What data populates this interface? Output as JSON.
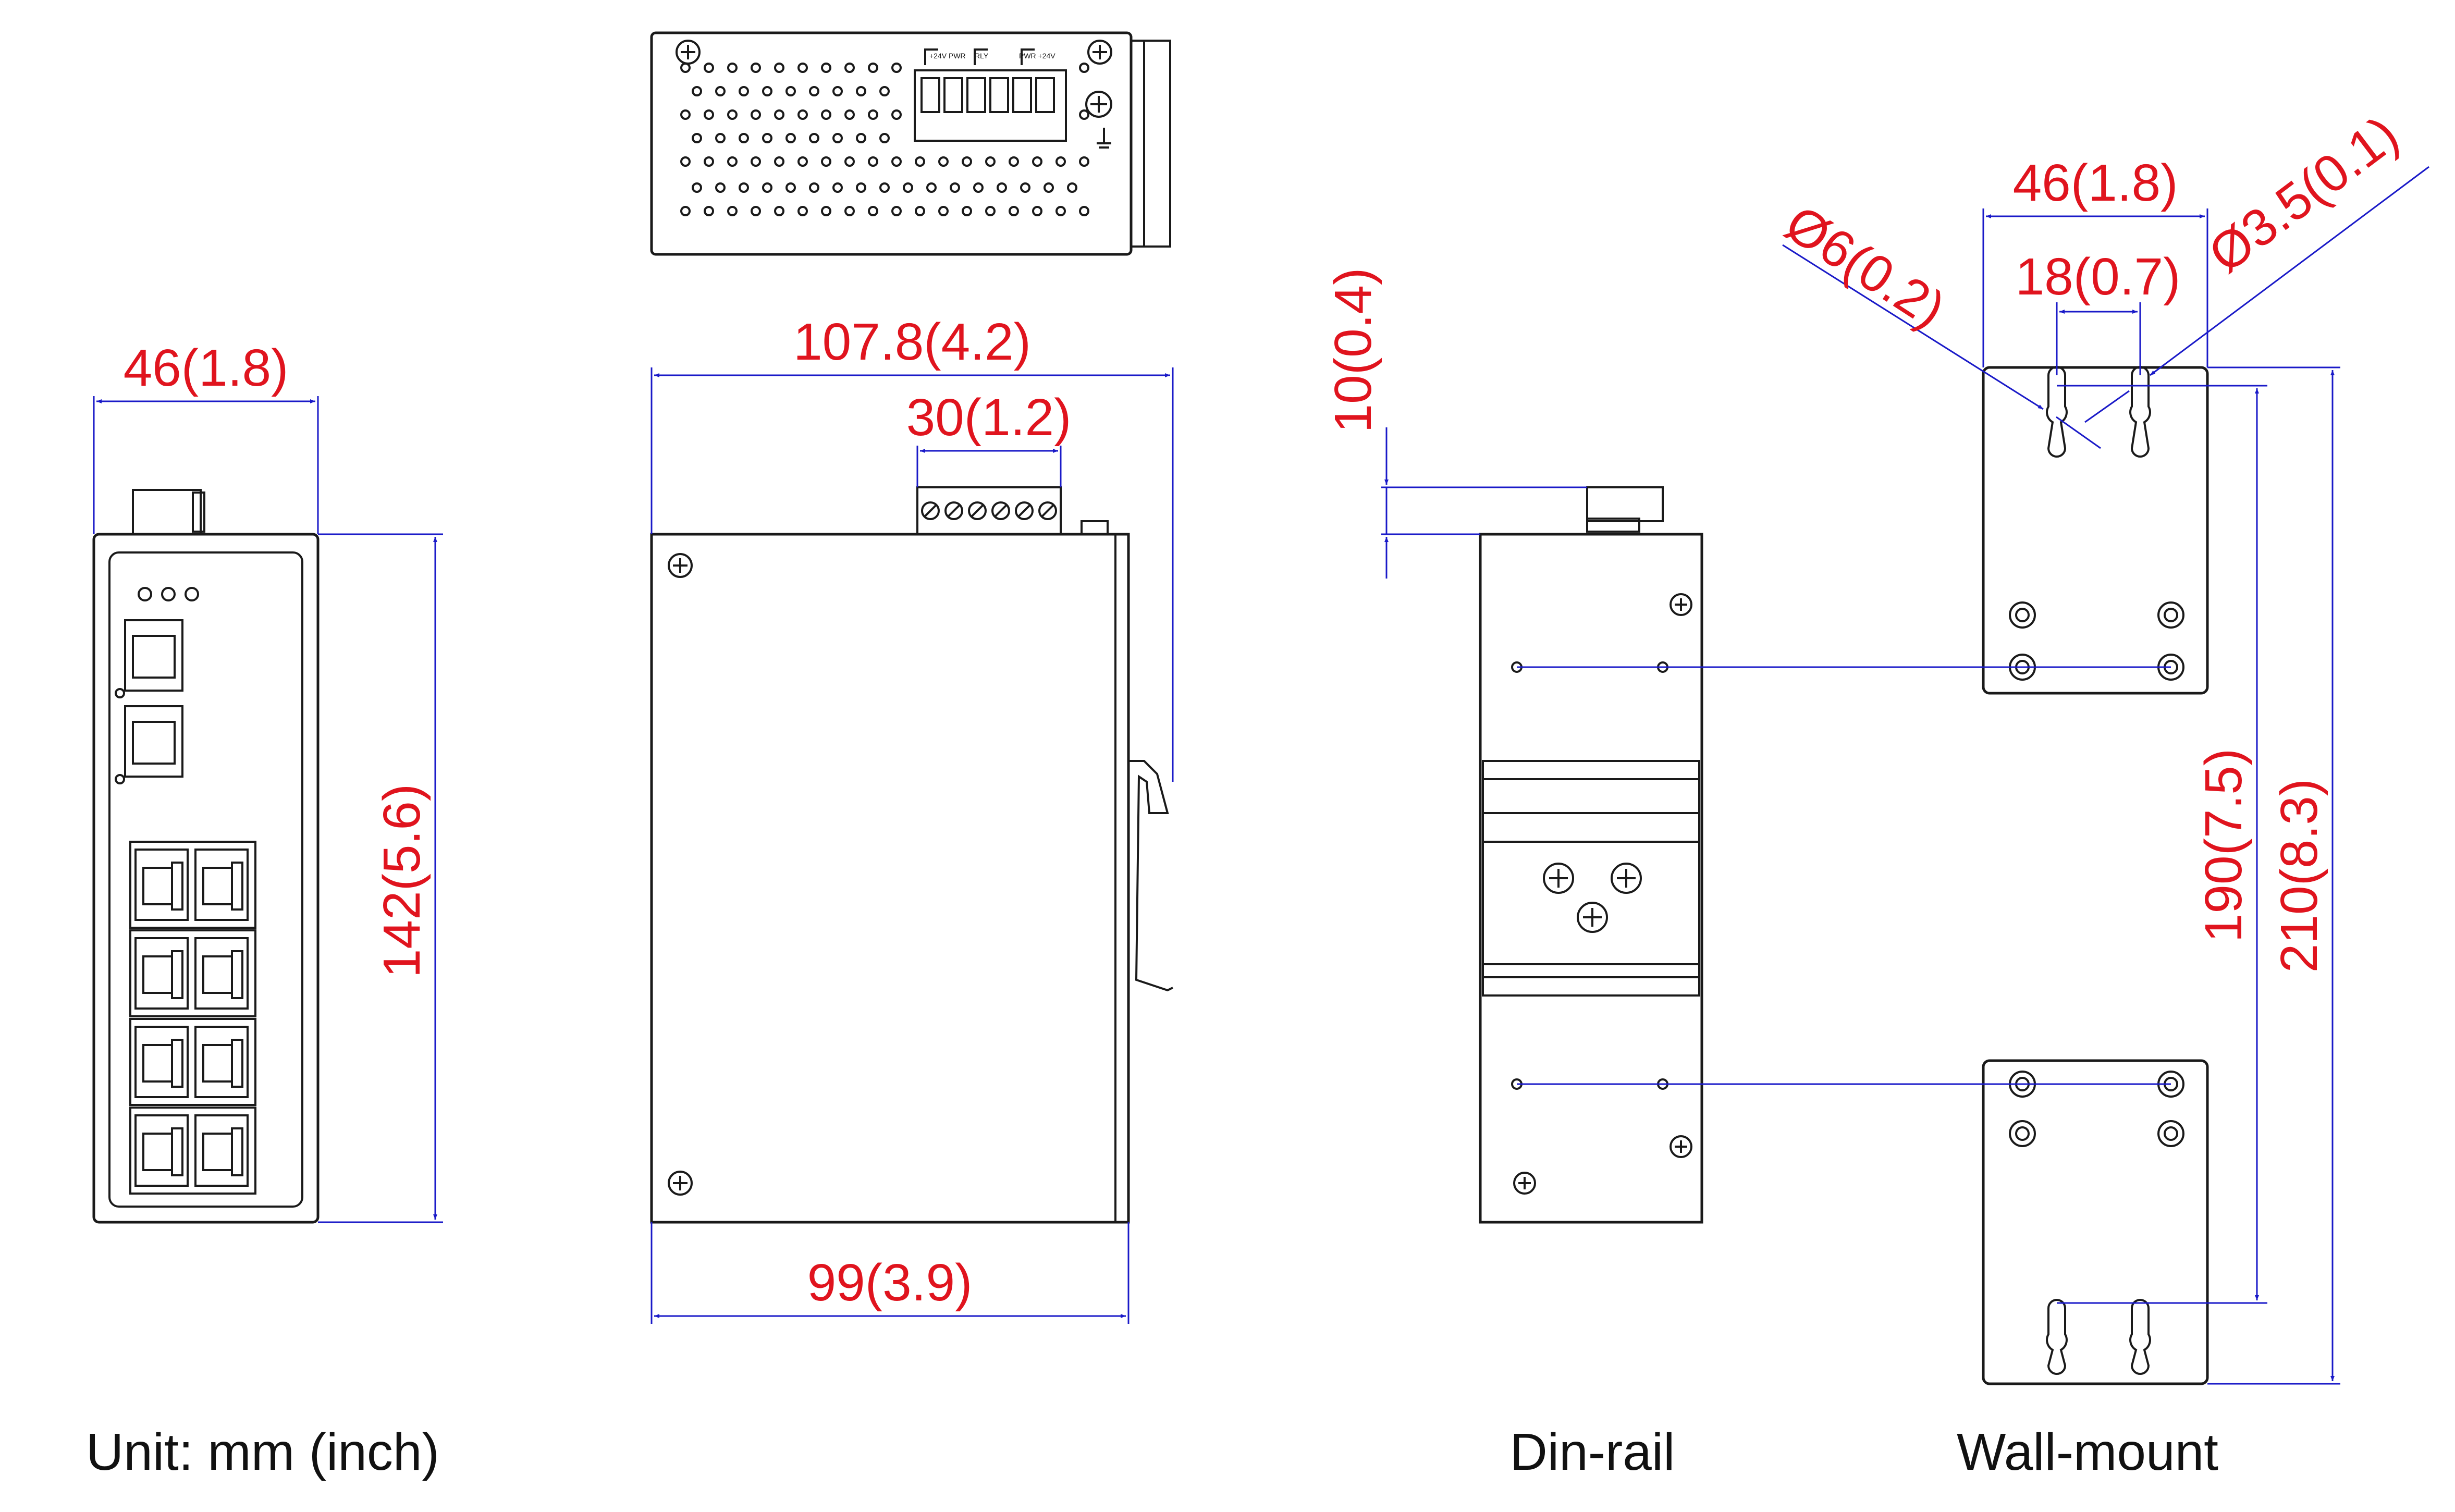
{
  "front_view": {
    "width_label": "46(1.8)",
    "height_label": "142(5.6)"
  },
  "side_view": {
    "depth_label": "107.8(4.2)",
    "terminal_label": "30(1.2)",
    "body_label": "99(3.9)"
  },
  "din_view": {
    "clip_label": "10(0.4)",
    "caption": "Din-rail"
  },
  "wall_view": {
    "width_label": "46(1.8)",
    "slot_spacing_label": "18(0.7)",
    "slot_diameter_label": "Ø6(0.2)",
    "hole_diameter_label": "Ø3.5(0.1)",
    "inner_height_label": "190(7.5)",
    "outer_height_label": "210(8.3)",
    "caption": "Wall-mount"
  },
  "unit_caption": "Unit: mm (inch)",
  "colors": {
    "dimension_text": "#e0141e",
    "dimension_line": "#1a1ac8",
    "outline": "#1a1a1a"
  }
}
